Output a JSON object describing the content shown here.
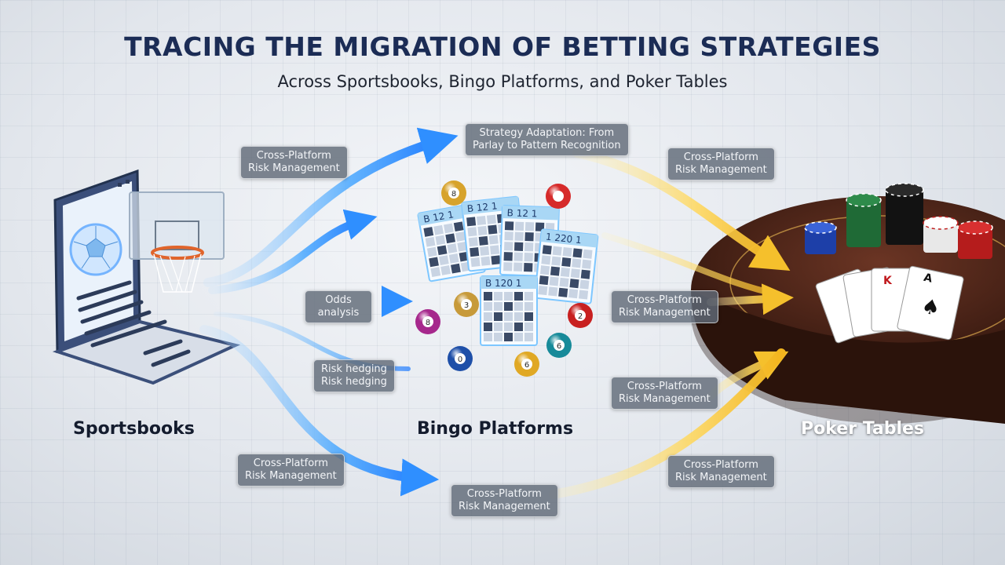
{
  "title": "TRACING THE MIGRATION OF BETTING STRATEGIES",
  "subtitle": "Across Sportsbooks, Bingo Platforms, and Poker Tables",
  "stages": {
    "sportsbooks": "Sportsbooks",
    "bingo": "Bingo Platforms",
    "poker": "Poker Tables"
  },
  "labels": {
    "top_left": [
      "Cross-Platform",
      "Risk Management"
    ],
    "top_center": [
      "Strategy Adaptation: From",
      "Parlay to Pattern Recognition"
    ],
    "top_right": [
      "Cross-Platform",
      "Risk Management"
    ],
    "odds": [
      "Odds",
      "analysis"
    ],
    "hedging": [
      "Risk hedging",
      "Risk hedging"
    ],
    "mid_right": [
      "Cross-Platform",
      "Risk Management"
    ],
    "lower_right": [
      "Cross-Platform",
      "Risk Management"
    ],
    "bottom_left": [
      "Cross-Platform",
      "Risk Management"
    ],
    "bottom_center": [
      "Cross-Platform",
      "Risk Management"
    ],
    "bottom_right": [
      "Cross-Platform",
      "Risk Management"
    ]
  },
  "bingo_cards": [
    {
      "header": "B 12 1"
    },
    {
      "header": "B 12 1"
    },
    {
      "header": "B 12 1"
    },
    {
      "header": "1 220 1"
    },
    {
      "header": "B 120 1"
    }
  ],
  "bingo_balls": [
    {
      "number": "8",
      "color": "#d7a32c"
    },
    {
      "number": "",
      "color": "#d62a2a"
    },
    {
      "number": "3",
      "color": "#c79a3a"
    },
    {
      "number": "8",
      "color": "#a6288c"
    },
    {
      "number": "2",
      "color": "#c82020"
    },
    {
      "number": "6",
      "color": "#178a99"
    },
    {
      "number": "0",
      "color": "#1e4fa8"
    },
    {
      "number": "6",
      "color": "#e0a824"
    }
  ],
  "colors": {
    "title": "#1b2c55",
    "blue_arrow": "#3aa0ff",
    "gold_arrow": "#f2c53a",
    "table_wood": "#4a2418",
    "laptop": "#3b4f7a"
  },
  "icons": [
    "laptop-icon",
    "soccer-ball-icon",
    "basketball-hoop-icon",
    "bingo-card-icon",
    "bingo-ball-icon",
    "poker-table-icon",
    "poker-chip-icon",
    "playing-card-icon",
    "arrow-icon"
  ]
}
